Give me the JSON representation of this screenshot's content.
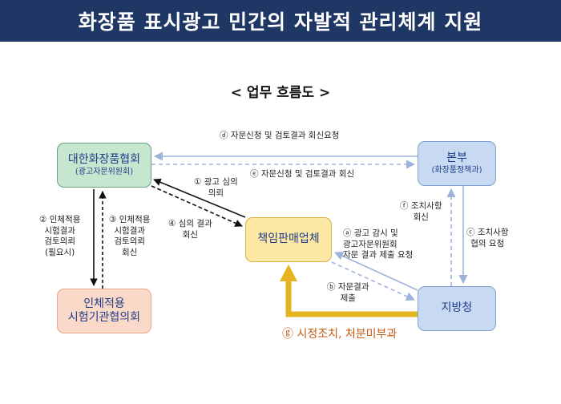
{
  "title": "화장품 표시광고 민간의 자발적 관리체계 지원",
  "subtitle": "< 업무 흐름도 >",
  "boxes": {
    "assoc": {
      "main": "대한화장품협회",
      "sub": "(광고자문위원회)"
    },
    "hq": {
      "main": "본부",
      "sub": "(화장품정책과)"
    },
    "seller": {
      "main": "책임판매업체"
    },
    "lab": {
      "line1": "인체적용",
      "line2": "시험기관협의회"
    },
    "local": {
      "main": "지방청"
    }
  },
  "labels": {
    "d": "ⓓ 자문신청 및 검토결과 회신요청",
    "e": "ⓔ 자문신청 및 검토결과 회신",
    "l1": {
      "line1": "① 광고 심의",
      "line2": "의뢰"
    },
    "l4": {
      "line1": "④ 심의 결과",
      "line2": "회신"
    },
    "l2": {
      "line1": "② 인체적용",
      "line2": "시험결과",
      "line3": "검토의뢰",
      "line4": "(필요시)"
    },
    "l3": {
      "line1": "③ 인체적용",
      "line2": "시험결과",
      "line3": "검토의뢰",
      "line4": "회신"
    },
    "f": {
      "line1": "ⓕ 조치사항",
      "line2": "회신"
    },
    "c": {
      "line1": "ⓒ 조치사항",
      "line2": "협의 요청"
    },
    "a": {
      "line1": "ⓐ 광고 감시 및",
      "line2": "광고자문위원회",
      "line3": "자문 결과 제출 요청"
    },
    "b": {
      "line1": "ⓑ 자문결과",
      "line2": "제출"
    },
    "g": "ⓖ 시정조치, 처분미부과"
  },
  "colors": {
    "header_bg": "#1f3764",
    "flow_blue": "#9db4da",
    "flow_black": "#111111",
    "flow_gold": "#e6b420",
    "g_label": "#c55a11"
  }
}
